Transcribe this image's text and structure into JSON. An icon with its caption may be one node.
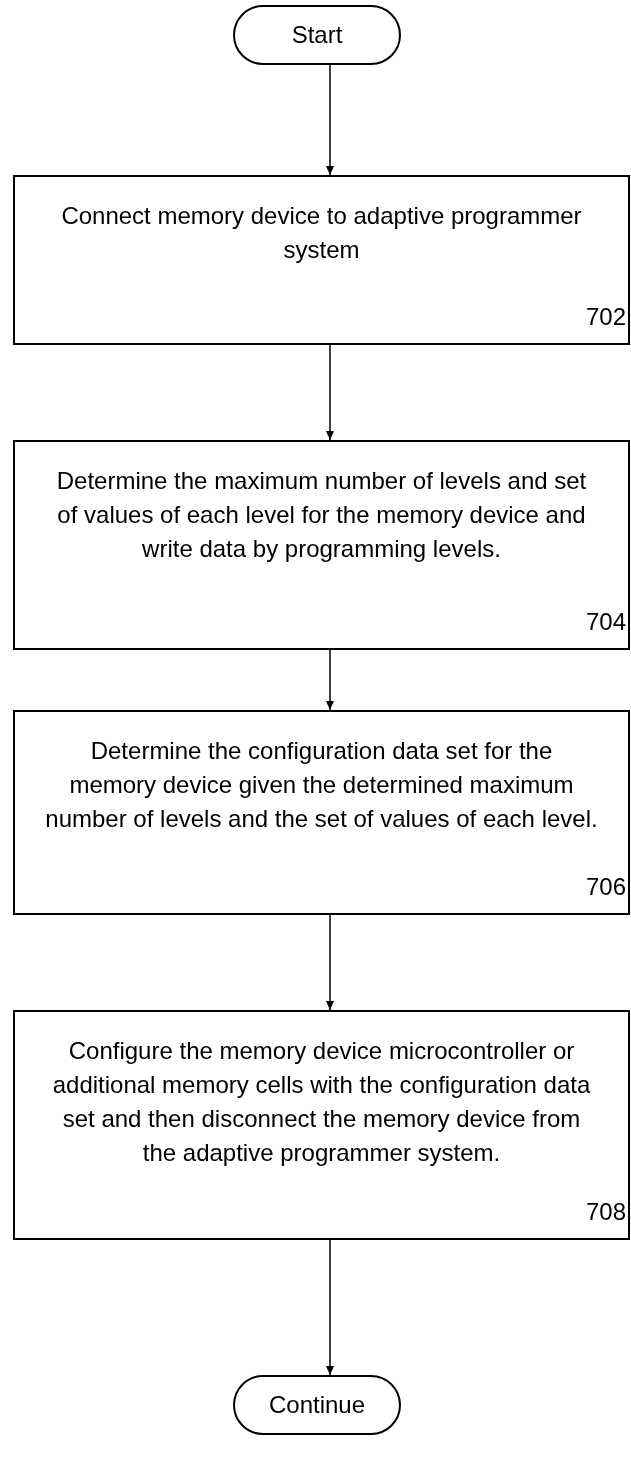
{
  "diagram": {
    "nodes": [
      {
        "text": [
          "Start"
        ]
      },
      {
        "text": [
          "Connect memory device to adaptive programmer system",
          "702"
        ]
      },
      {
        "text": [
          "Determine the maximum number of levels and set of values of each level for the memory device and write data by programming levels.",
          "704"
        ]
      },
      {
        "text": [
          "Determine the configuration data set for the memory device given the determined maximum number of levels and the set of values of each level.",
          "706"
        ]
      },
      {
        "text": [
          "Configure the memory device microcontroller or additional memory cells with the configuration data set and then disconnect the memory device from the adaptive programmer system.",
          "708"
        ]
      },
      {
        "text": [
          "Continue"
        ]
      }
    ],
    "edges": [
      {
        "from": 0,
        "to": 1,
        "arrow": "to"
      },
      {
        "from": 1,
        "to": 2,
        "arrow": "to"
      },
      {
        "from": 2,
        "to": 3,
        "arrow": "to"
      },
      {
        "from": 3,
        "to": 4,
        "arrow": "to"
      },
      {
        "from": 4,
        "to": 5,
        "arrow": "to"
      }
    ]
  }
}
